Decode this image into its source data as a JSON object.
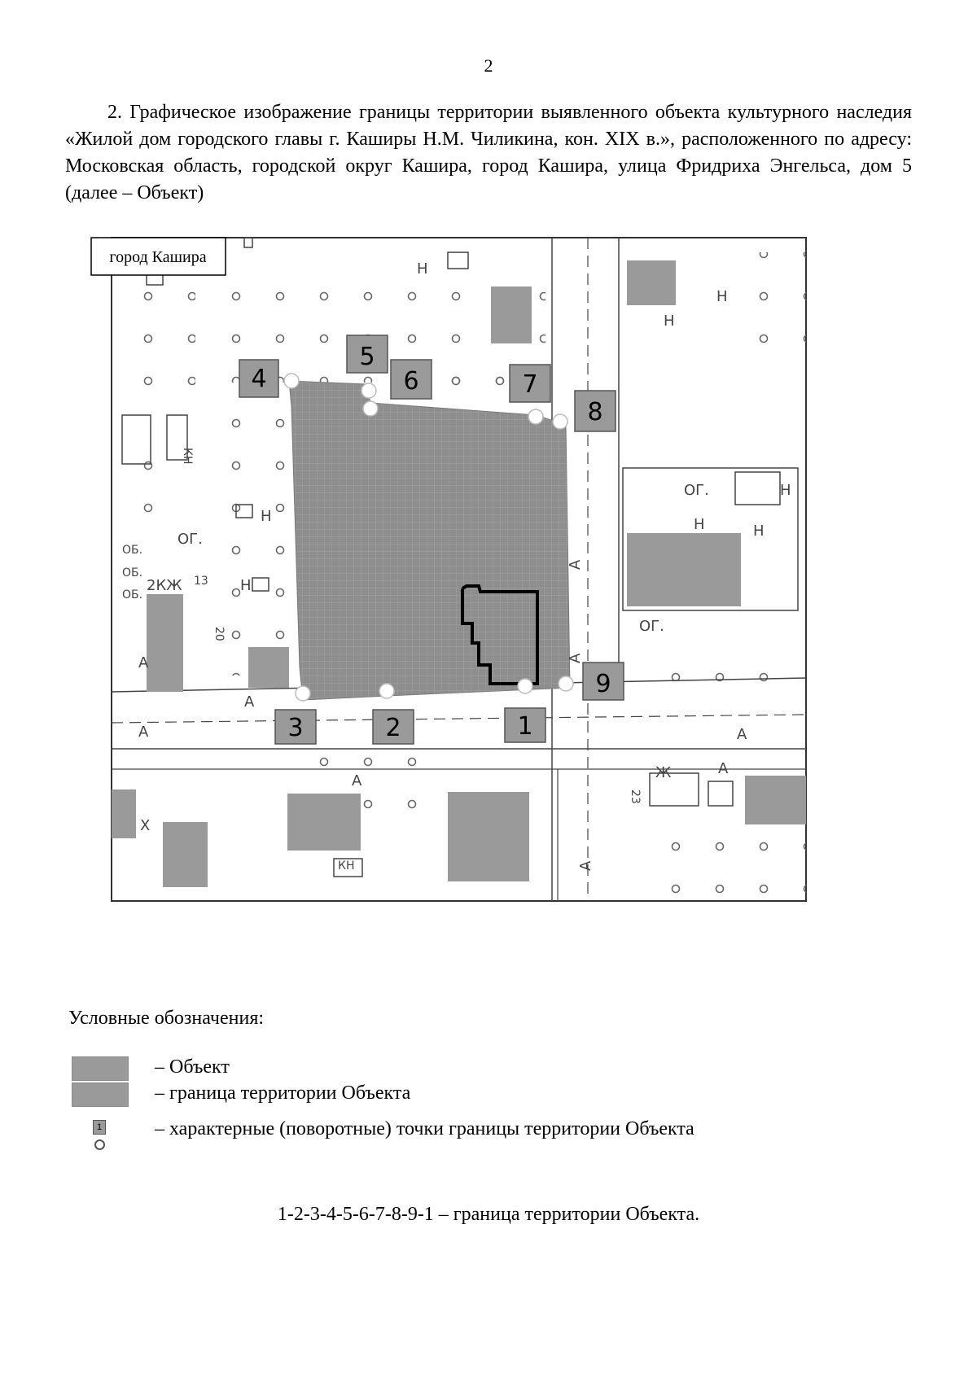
{
  "page": {
    "number": "2",
    "paragraph": "2. Графическое изображение границы территории выявленного объекта культурного наследия «Жилой дом городского главы г. Каширы Н.М. Чиликина, кон. XIX в.», расположенного по адресу: Московская область, городской округ Кашира, город Кашира, улица Фридриха Энгельса, дом 5 (далее – Объект)"
  },
  "map": {
    "city_label": "город Кашира",
    "points": [
      {
        "label": "1"
      },
      {
        "label": "2"
      },
      {
        "label": "3"
      },
      {
        "label": "4"
      },
      {
        "label": "5"
      },
      {
        "label": "6"
      },
      {
        "label": "7"
      },
      {
        "label": "8"
      },
      {
        "label": "9"
      }
    ],
    "labels": {
      "n": "Н",
      "kn": "КН",
      "a": "А",
      "og": "ОГ.",
      "zh": "Ж",
      "x": "Х",
      "kzh": "2КЖ",
      "n13": "13",
      "n20": "20",
      "n23": "23",
      "ob": "ОБ."
    }
  },
  "legend": {
    "title": "Условные обозначения:",
    "object": "– Объект",
    "boundary": "– граница территории Объекта",
    "points": "– характерные (поворотные) точки границы территории Объекта",
    "symbol_label": "1"
  },
  "summary": "1-2-3-4-5-6-7-8-9-1 – граница территории Объекта."
}
